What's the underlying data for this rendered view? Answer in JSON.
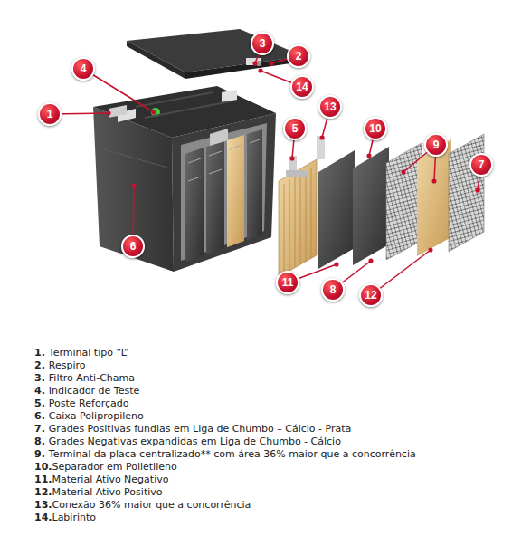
{
  "diagram": {
    "nodes": [
      {
        "text": [
          "3"
        ]
      },
      {
        "text": [
          "2"
        ]
      },
      {
        "text": [
          "4"
        ]
      },
      {
        "text": [
          "14"
        ]
      },
      {
        "text": [
          "1"
        ]
      },
      {
        "text": [
          "13"
        ]
      },
      {
        "text": [
          "5"
        ]
      },
      {
        "text": [
          "10"
        ]
      },
      {
        "text": [
          "9"
        ]
      },
      {
        "text": [
          "7"
        ]
      },
      {
        "text": [
          "6"
        ]
      },
      {
        "text": [
          "11"
        ]
      },
      {
        "text": [
          "8"
        ]
      },
      {
        "text": [
          "12"
        ]
      }
    ],
    "labels": [
      "1.",
      "Terminal tipo “L”",
      "2.",
      "Respiro",
      "3.",
      "Filtro Anti-Chama",
      "4.",
      "Indicador de Teste",
      "5.",
      "Poste Reforçado",
      "6.",
      "Caixa Polipropileno",
      "7.",
      "Grades Positivas fundias em Liga de Chumbo – Cálcio - Prata",
      "8.",
      "Grades Negativas expandidas em Liga de Chumbo - Cálcio",
      "9.",
      "Terminal da placa centralizado** com área 36% maior que a concorrência",
      "10.",
      "Separador em Polietileno",
      "11.",
      "Material Ativo Negativo",
      "12.",
      "Material Ativo Positivo",
      "13.",
      "Conexão 36% maior que a concorrência",
      "14.",
      "Labirinto"
    ]
  }
}
